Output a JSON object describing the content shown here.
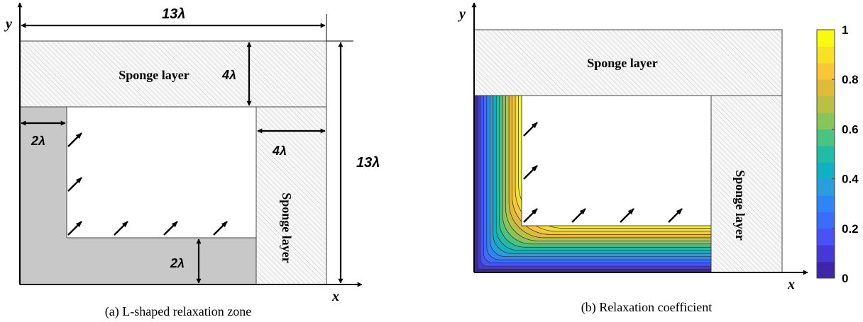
{
  "panel_a": {
    "axis_x": "x",
    "axis_y": "y",
    "sponge_top_label": "Sponge layer",
    "sponge_right_label": "Sponge layer",
    "dim_width_label": "13λ",
    "dim_height_label": "13λ",
    "dim_top_thickness_label": "4λ",
    "dim_right_thickness_label": "4λ",
    "dim_left_relax_label": "2λ",
    "dim_bottom_relax_label": "2λ",
    "caption": "(a) L-shaped relaxation zone"
  },
  "panel_b": {
    "axis_x": "x",
    "axis_y": "y",
    "sponge_top_label": "Sponge layer",
    "sponge_right_label": "Sponge layer",
    "caption": "(b) Relaxation coefficient",
    "colorbar": {
      "ticks": [
        "0",
        "0.2",
        "0.4",
        "0.6",
        "0.8",
        "1"
      ],
      "tick_values": [
        0,
        0.2,
        0.4,
        0.6,
        0.8,
        1
      ],
      "colors": [
        "#3e26a8",
        "#4538d7",
        "#4852f5",
        "#3b6cfc",
        "#2f86f2",
        "#2a9ddb",
        "#12b0c4",
        "#21bca3",
        "#4bc47f",
        "#86c55a",
        "#b9c045",
        "#e0ba39",
        "#f9c63a",
        "#f6e126",
        "#f9fb0e"
      ]
    }
  },
  "colors": {
    "relax_zone_gray": "#c8c8c8",
    "hatch_line": "#c4c4c4",
    "ink": "#000000"
  }
}
